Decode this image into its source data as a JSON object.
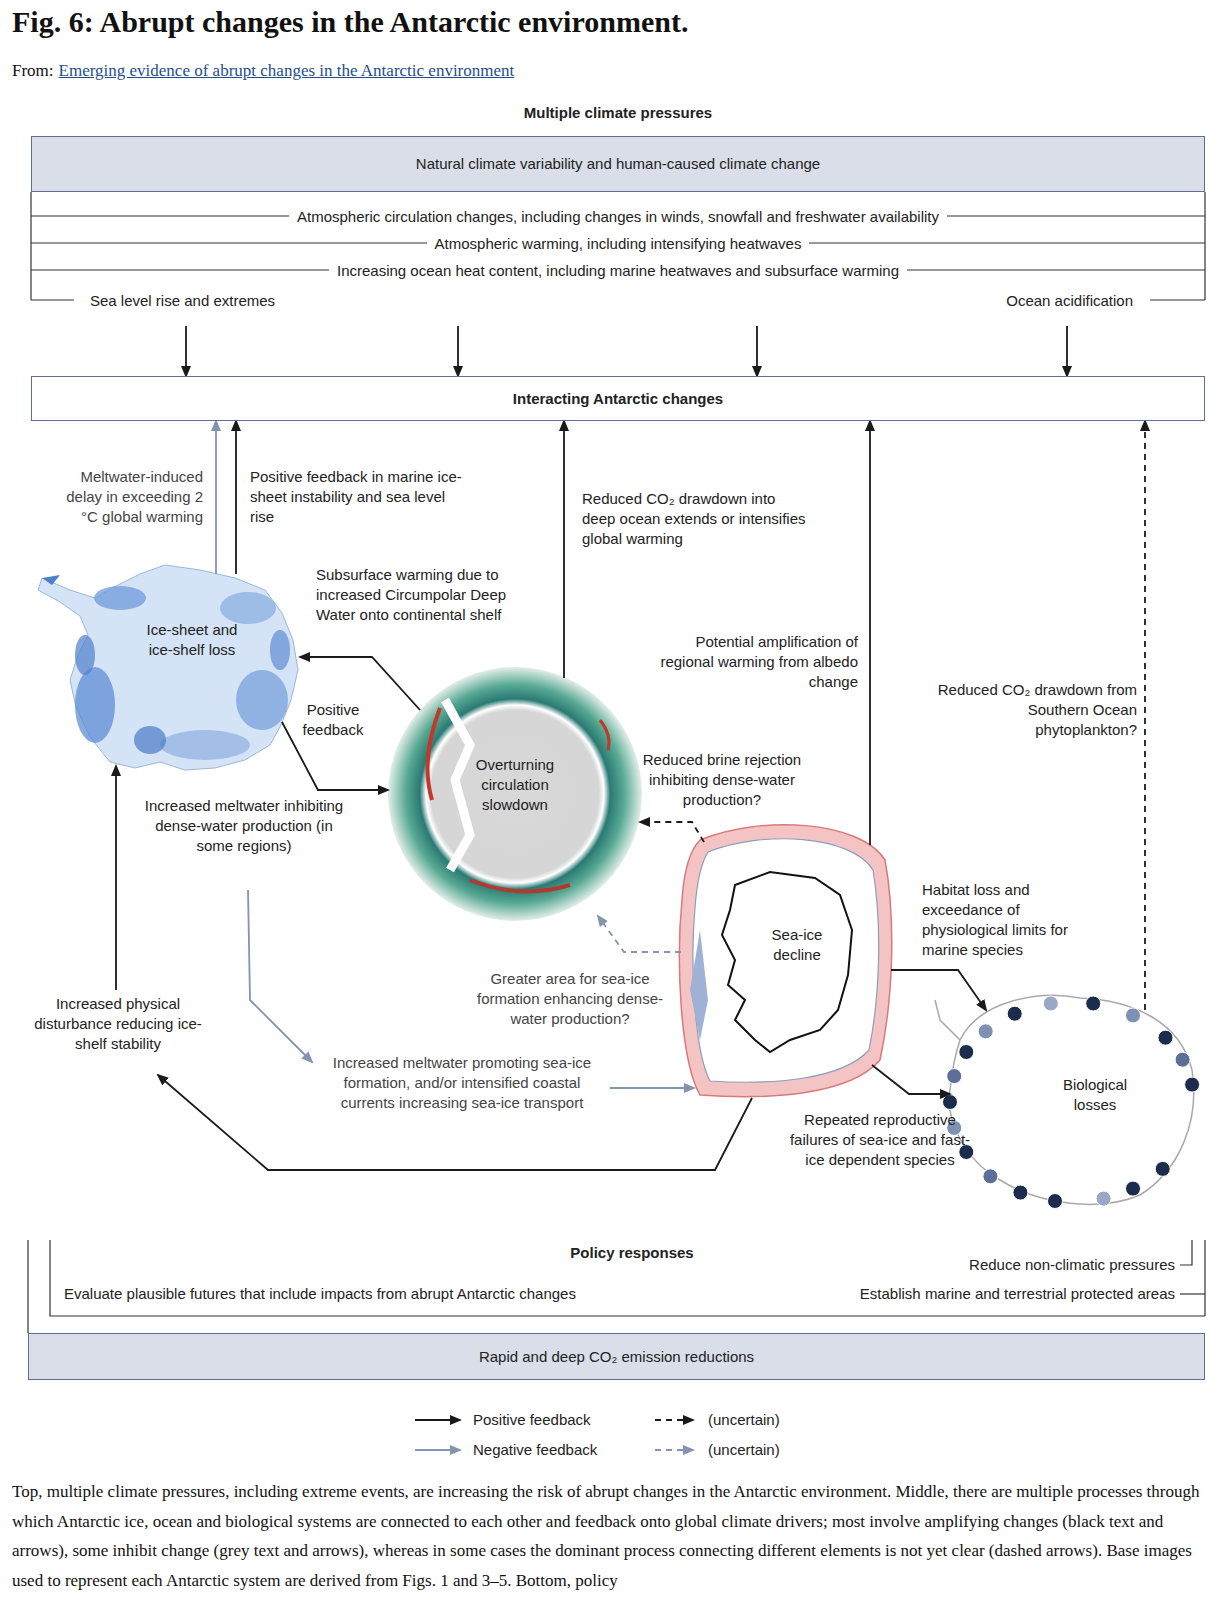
{
  "diagram": {
    "title": "Fig. 6: Abrupt changes in the Antarctic environment.",
    "caption": "Top, multiple climate pressures, including extreme events, are increasing the risk of abrupt changes in the Antarctic environment. Middle, there are multiple processes through which Antarctic ice, ocean and biological systems are connected to each other and feedback onto global climate drivers; most involve amplifying changes (black text and arrows), some inhibit change (grey text and arrows), whereas in some cases the dominant process connecting different elements is not yet clear (dashed arrows). Base images used to represent each Antarctic system are derived from Figs. 1 and 3–5. Bottom, policy",
    "nodes": [
      {
        "text": [
          "Multiple climate pressures",
          "Natural climate variability and human-caused climate change"
        ]
      },
      {
        "text": [
          "Interacting Antarctic changes"
        ]
      },
      {
        "text": [
          "Ice-sheet and ice-shelf loss"
        ]
      },
      {
        "text": [
          "Overturning circulation slowdown"
        ]
      },
      {
        "text": [
          "Sea-ice decline"
        ]
      },
      {
        "text": [
          "Biological losses"
        ]
      },
      {
        "text": [
          "Rapid and deep CO₂ emission reductions"
        ]
      }
    ],
    "edges": [
      {
        "from": 0,
        "to": 1,
        "arrow": "to"
      },
      {
        "from": 0,
        "to": 1,
        "arrow": "to"
      },
      {
        "from": 0,
        "to": 1,
        "arrow": "to"
      },
      {
        "from": 0,
        "to": 1,
        "arrow": "to"
      },
      {
        "from": 2,
        "to": 1,
        "label": "Meltwater-induced delay in exceeding 2 °C global warming",
        "arrow": "to"
      },
      {
        "from": 2,
        "to": 1,
        "label": "Positive feedback in marine ice-sheet instability and sea level rise",
        "arrow": "to"
      },
      {
        "from": 3,
        "to": 1,
        "label": "Reduced CO₂ drawdown into deep ocean extends or intensifies global warming",
        "arrow": "to"
      },
      {
        "from": 4,
        "to": 1,
        "label": "Potential amplification of regional warming from albedo change",
        "arrow": "to"
      },
      {
        "from": 5,
        "to": 1,
        "label": "Reduced CO₂ drawdown from Southern Ocean phytoplankton?",
        "arrow": "to"
      },
      {
        "from": 3,
        "to": 2,
        "label": "Subsurface warming due to increased Circumpolar Deep Water onto continental shelf",
        "arrow": "to"
      },
      {
        "from": 2,
        "to": 3,
        "label": "Increased meltwater inhibiting dense-water production (in some regions)",
        "arrow": "to"
      },
      {
        "from": 4,
        "to": 3,
        "label": "Reduced brine rejection inhibiting dense-water production?",
        "arrow": "to"
      },
      {
        "from": 4,
        "to": 3,
        "label": "Greater area for sea-ice formation enhancing dense-water production?",
        "arrow": "to"
      },
      {
        "from": 2,
        "to": 4,
        "label": "Increased meltwater promoting sea-ice formation, and/or intensified coastal currents increasing sea-ice transport",
        "arrow": "to"
      },
      {
        "from": 4,
        "to": 2,
        "label": "Increased physical disturbance reducing ice-shelf stability",
        "arrow": "to"
      },
      {
        "from": 4,
        "to": 5,
        "label": "Habitat loss and exceedance of physiological limits for marine species",
        "arrow": "to"
      },
      {
        "from": 4,
        "to": 5,
        "label": "Repeated reproductive failures of sea-ice and fast-ice dependent species",
        "arrow": "to"
      }
    ],
    "labels": [
      "From:",
      "Emerging evidence of abrupt changes in the Antarctic environment",
      "Atmospheric circulation changes, including changes in winds, snowfall and freshwater availability",
      "Atmospheric warming, including intensifying heatwaves",
      "Increasing ocean heat content, including marine heatwaves and subsurface warming",
      "Sea level rise and extremes",
      "Ocean acidification",
      "Positive feedback",
      "Policy responses",
      "Evaluate plausible futures that include impacts from abrupt Antarctic changes",
      "Reduce non-climatic pressures",
      "Establish marine and terrestrial protected areas"
    ],
    "legend": [
      {
        "text": "Positive feedback"
      },
      {
        "text": "(uncertain)"
      },
      {
        "text": "Negative feedback"
      },
      {
        "text": "(uncertain)"
      }
    ]
  }
}
